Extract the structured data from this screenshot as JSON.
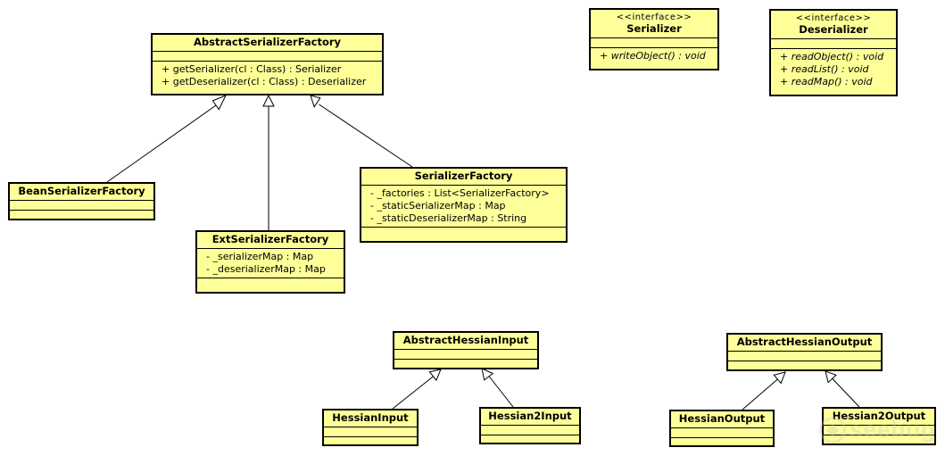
{
  "classes": {
    "abstract_serializer_factory": {
      "name": "AbstractSerializerFactory",
      "operations": [
        "+ getSerializer(cl : Class) : Serializer",
        "+ getDeserializer(cl : Class) : Deserializer"
      ]
    },
    "serializer": {
      "stereotype": "<<interface>>",
      "name": "Serializer",
      "operations": [
        "+ writeObject() : void"
      ]
    },
    "deserializer": {
      "stereotype": "<<interface>>",
      "name": "Deserializer",
      "operations": [
        "+ readObject() : void",
        "+ readList() : void",
        "+ readMap() : void"
      ]
    },
    "bean_serializer_factory": {
      "name": "BeanSerializerFactory"
    },
    "ext_serializer_factory": {
      "name": "ExtSerializerFactory",
      "attributes": [
        "- _serializerMap : Map",
        "- _deserializerMap : Map"
      ]
    },
    "serializer_factory": {
      "name": "SerializerFactory",
      "attributes": [
        "- _factories : List<SerializerFactory>",
        "- _staticSerializerMap : Map",
        "- _staticDeserializerMap : String"
      ]
    },
    "abstract_hessian_input": {
      "name": "AbstractHessianInput"
    },
    "hessian_input": {
      "name": "HessianInput"
    },
    "hessian2_input": {
      "name": "Hessian2Input"
    },
    "abstract_hessian_output": {
      "name": "AbstractHessianOutput"
    },
    "hessian_output": {
      "name": "HessianOutput"
    },
    "hessian2_output": {
      "name": "Hessian2Output"
    }
  },
  "colors": {
    "class_fill": "#ffff99",
    "border": "#000000"
  },
  "watermark": {
    "text": "seebug"
  }
}
